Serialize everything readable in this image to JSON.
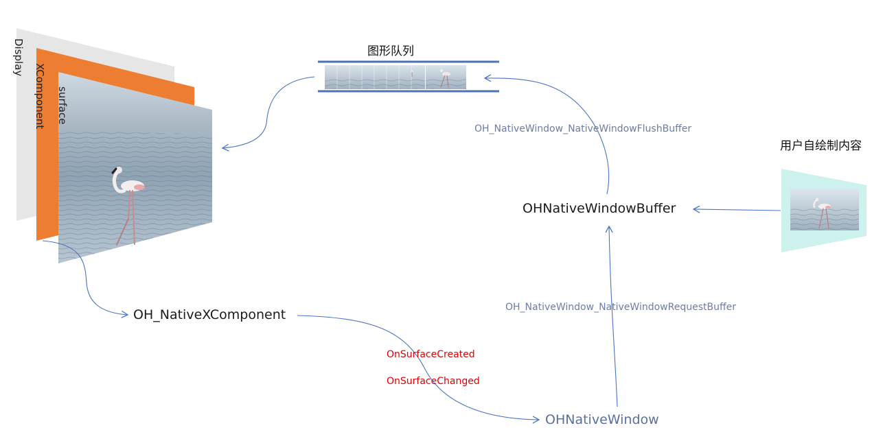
{
  "layers": {
    "display": "Display",
    "xcomponent": "XComponent",
    "surface": "surface"
  },
  "queue": {
    "title": "图形队列"
  },
  "user_content": {
    "title": "用户自绘制内容"
  },
  "nodes": {
    "native_xcomponent": "OH_NativeXComponent",
    "native_window": "OHNativeWindow",
    "native_window_buffer": "OHNativeWindowBuffer"
  },
  "edges": {
    "flush_buffer": "OH_NativeWindow_NativeWindowFlushBuffer",
    "request_buffer": "OH_NativeWindow_NativeWindowRequestBuffer",
    "surface_created": "OnSurfaceCreated",
    "surface_changed": "OnSurfaceChanged"
  },
  "colors": {
    "display_layer": "#e6e6e6",
    "xcomponent_layer": "#ed7d31",
    "queue_line": "#4a72b5",
    "arrow": "#4a72c4",
    "user_content_frame": "#cdf2ee",
    "event_text": "#e00000",
    "edge_text": "#6e7ca3"
  }
}
